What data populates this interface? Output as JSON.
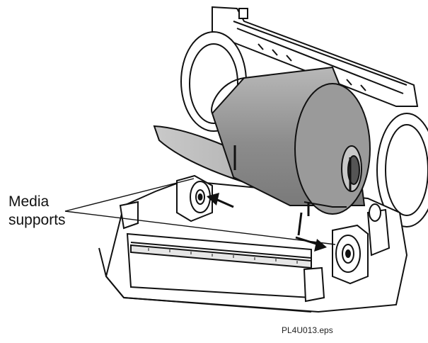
{
  "callout": {
    "line1": "Media",
    "line2": "supports"
  },
  "file_name": "PL4U013.eps",
  "colors": {
    "media_roll": "#8a8a8a",
    "media_roll_shade": "#b8b8b8",
    "line_art": "#111111",
    "background": "#ffffff"
  },
  "icons": [
    "arrow-left-icon",
    "arrow-right-icon"
  ]
}
